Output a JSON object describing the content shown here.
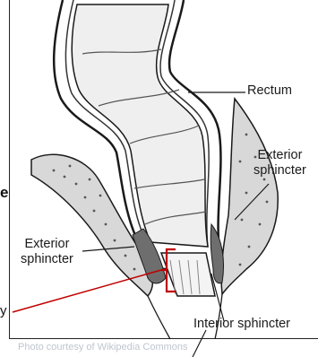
{
  "labels": {
    "rectum": "Rectum",
    "exterior_right_line1": "Exterior",
    "exterior_right_line2": "sphincter",
    "exterior_left_line1": "Exterior",
    "exterior_left_line2": "sphincter",
    "interior": "Interior sphincter"
  },
  "credit": "Photo courtesy of Wikipedia Commons",
  "edge_text": {
    "cut_letter_top": "e",
    "cut_letter_bottom": "y"
  },
  "colors": {
    "outline": "#1a1a1a",
    "marker": "#c00000",
    "tissue_fill": "#efefef",
    "muscle_fill": "#6e6e6e"
  }
}
